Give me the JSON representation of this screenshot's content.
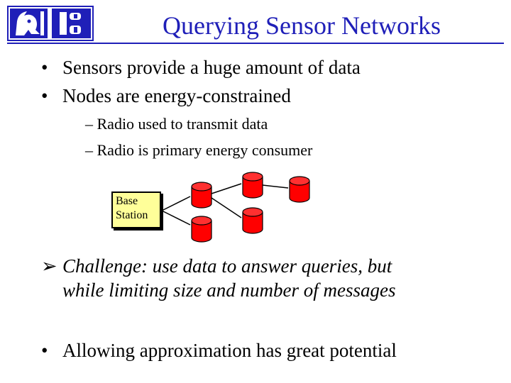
{
  "logo": {
    "letters": "DB",
    "icon": "blue-devil-logo-icon",
    "color": "#1f1fb8"
  },
  "title": "Querying Sensor Networks",
  "bullets": [
    "Sensors provide a huge amount of data",
    "Nodes are energy-constrained"
  ],
  "sub_bullets": [
    "Radio used to transmit data",
    "Radio is primary energy consumer"
  ],
  "diagram": {
    "base_station": {
      "line1": "Base",
      "line2": "Station"
    },
    "node_color": "#ff0000",
    "node_icon": "sensor-node-icon"
  },
  "challenge": {
    "line1": "Challenge: use data to answer queries, but",
    "line2": "while limiting size and number of messages"
  },
  "final_bullet": "Allowing approximation has great potential",
  "colors": {
    "accent": "#1f1fb8",
    "base_station_fill": "#ffff99"
  }
}
